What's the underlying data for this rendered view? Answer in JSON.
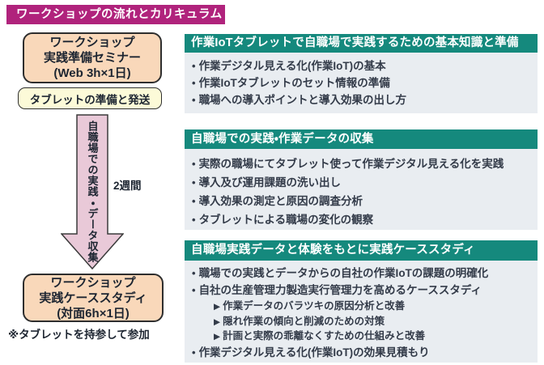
{
  "banner": {
    "title": "ワークショップの流れとカリキュラム"
  },
  "flow": {
    "seminar_box": {
      "lines": [
        "ワークショップ",
        "実践準備セミナー",
        "(Web 3h×1日)"
      ]
    },
    "tablet_box": {
      "label": "タブレットの準備と発送"
    },
    "arrow": {
      "label": "自職場での実践・データ収集",
      "duration": "2週間"
    },
    "casestudy_box": {
      "lines": [
        "ワークショップ",
        "実践ケーススタディ",
        "(対面6h×1日)"
      ]
    },
    "note": "※タブレットを持参して参加"
  },
  "sections": [
    {
      "header": "作業IoTタブレットで自職場で実践するための基本知識と準備",
      "items": [
        {
          "type": "bullet",
          "text": "作業デジタル見える化(作業IoT)の基本"
        },
        {
          "type": "bullet",
          "text": "作業IoTタブレットのセット情報の準備"
        },
        {
          "type": "bullet",
          "text": "職場への導入ポイントと導入効果の出し方"
        }
      ]
    },
    {
      "header": "自職場での実践・作業データの収集",
      "items": [
        {
          "type": "bullet",
          "text": "実際の職場にてタブレット使って作業デジタル見える化を実践"
        },
        {
          "type": "bullet",
          "text": "導入及び運用課題の洗い出し"
        },
        {
          "type": "bullet",
          "text": "導入効果の測定と原因の調査分析"
        },
        {
          "type": "bullet",
          "text": "タブレットによる職場の変化の観察"
        }
      ]
    },
    {
      "header": "自職場実践データと体験をもとに実践ケーススタディ",
      "items": [
        {
          "type": "bullet",
          "text": "職場での実践とデータからの自社の作業IoTの課題の明確化"
        },
        {
          "type": "bullet",
          "text": "自社の生産管理力製造実行管理力を高めるケーススタディ"
        },
        {
          "type": "sub",
          "text": "作業データのバラツキの原因分析と改善"
        },
        {
          "type": "sub",
          "text": "隠れ作業の傾向と削減のための対策"
        },
        {
          "type": "sub",
          "text": "計画と実際の乖離なくすための仕組みと改善"
        },
        {
          "type": "bullet",
          "text": "作業デジタル見える化(作業IoT)の効果見積もり"
        }
      ]
    }
  ],
  "icons": {
    "bullet_glyph": "•",
    "sub_glyph": "▶"
  },
  "colors": {
    "banner_bg": "#b0237c",
    "section_header_bg": "#15897d",
    "section_body_bg": "#e9edf1",
    "flow_box_fill": "#f9d8ba",
    "tablet_box_fill": "#fcfad8",
    "arrow_fill": "#e9c9d8",
    "dark_text": "#1d2531",
    "body_text": "#333b49"
  }
}
